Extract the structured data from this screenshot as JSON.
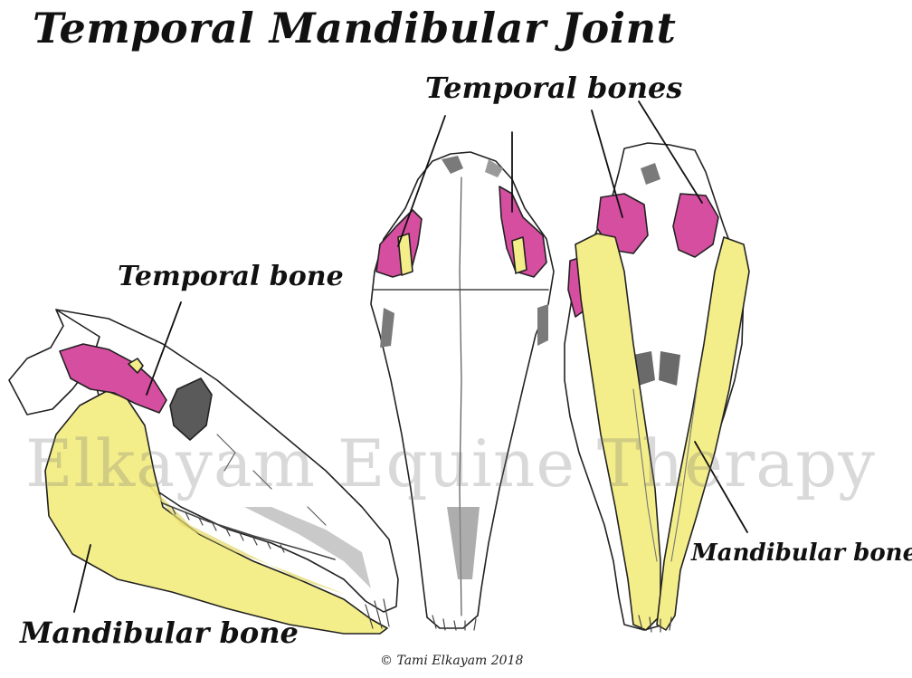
{
  "title": "Temporal Mandibular Joint",
  "labels": {
    "temporal_bones": "Temporal bones",
    "temporal_bone": "Temporal bone",
    "mandibular_bone_left": "Mandibular bone",
    "mandibular_bone_right": "Mandibular bone"
  },
  "watermark": "Elkayam Equine Therapy",
  "copyright": "© Tami Elkayam 2018",
  "colors": {
    "temporal": "#d64ea0",
    "mandible": "#f4ee8a",
    "outline": "#222222",
    "shadow": "#9a9a9a"
  }
}
